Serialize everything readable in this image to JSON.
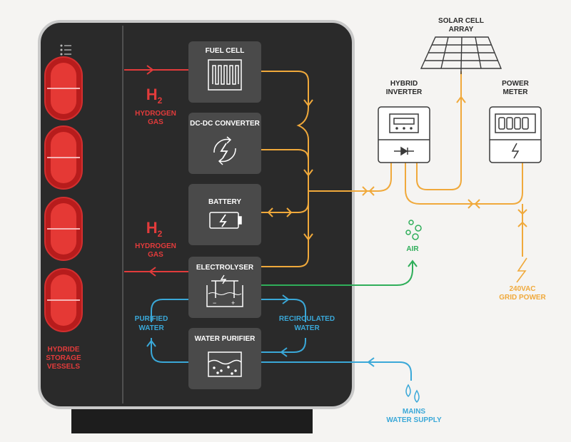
{
  "colors": {
    "hydrogen": "#e23b3b",
    "power": "#f0a93b",
    "water": "#3aa8d8",
    "air": "#2fae5a",
    "cabinet": "#2a2a2a",
    "component": "#4a4a4a"
  },
  "cabinet": {
    "storage_label_1": "HYDRIDE",
    "storage_label_2": "STORAGE",
    "storage_label_3": "VESSELS"
  },
  "hydrogen_labels": {
    "top_symbol": "H",
    "top_sub": "2",
    "top_line1": "HYDROGEN",
    "top_line2": "GAS",
    "bottom_symbol": "H",
    "bottom_sub": "2",
    "bottom_line1": "HYDROGEN",
    "bottom_line2": "GAS"
  },
  "components": {
    "fuel_cell": "FUEL CELL",
    "dcdc": "DC-DC CONVERTER",
    "battery": "BATTERY",
    "electrolyser": "ELECTROLYSER",
    "water_purifier": "WATER PURIFIER"
  },
  "water_labels": {
    "purified_1": "PURIFIED",
    "purified_2": "WATER",
    "recirc_1": "RECIRCULATED",
    "recirc_2": "WATER"
  },
  "external": {
    "solar_1": "SOLAR CELL",
    "solar_2": "ARRAY",
    "inverter_1": "HYBRID",
    "inverter_2": "INVERTER",
    "meter_1": "POWER",
    "meter_2": "METER",
    "air": "AIR",
    "grid_1": "240VAC",
    "grid_2": "GRID POWER",
    "mains_1": "MAINS",
    "mains_2": "WATER SUPPLY"
  }
}
